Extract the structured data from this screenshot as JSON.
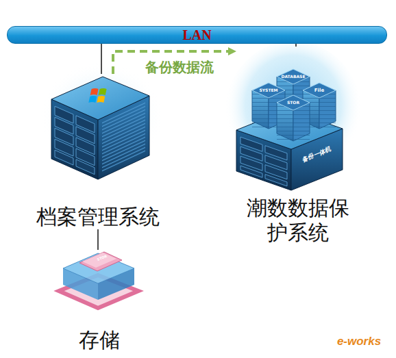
{
  "diagram": {
    "nodes": [
      {
        "text": [
          "LAN"
        ]
      },
      {
        "text": [
          "档案管理系统"
        ]
      },
      {
        "text": [
          "潮数数据保 护系统"
        ]
      },
      {
        "text": [
          "存储"
        ]
      }
    ],
    "edges": [
      {
        "from": 0,
        "to": 1,
        "arrow": "none"
      },
      {
        "from": 0,
        "to": 2,
        "arrow": "none"
      },
      {
        "from": 1,
        "to": 3,
        "arrow": "none"
      },
      {
        "from": 1,
        "to": 2,
        "arrow": "to",
        "label": "备份数据流"
      }
    ],
    "labels": [
      "DATABASE",
      "SYSTEM",
      "File",
      "STOR",
      "备份一体机",
      "STOR",
      "e-works"
    ]
  }
}
